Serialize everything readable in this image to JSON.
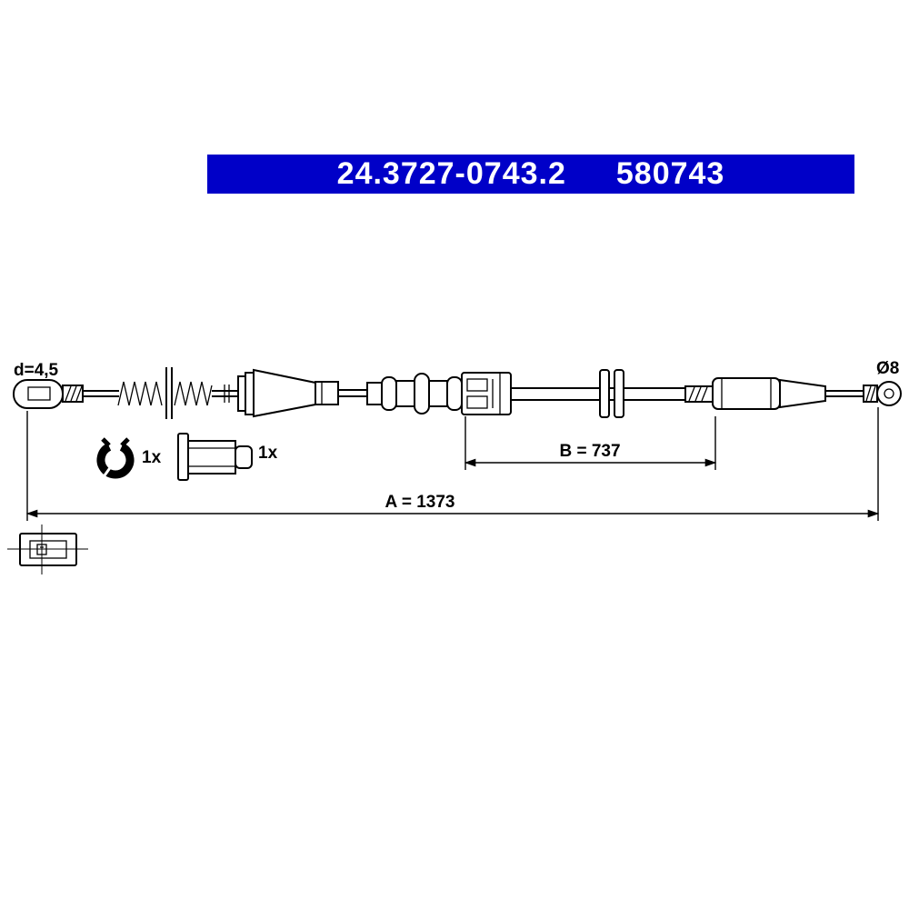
{
  "header": {
    "part_number": "24.3727-0743.2",
    "ref_number": "580743",
    "bg_color": "#0000c8",
    "text_color": "#ffffff"
  },
  "labels": {
    "left_diameter": "d=4,5",
    "right_diameter": "Ø8",
    "clip_qty": "1x",
    "grommet_qty": "1x",
    "dim_b": "B = 737",
    "dim_a": "A = 1373"
  },
  "colors": {
    "line": "#000000",
    "background": "#ffffff"
  }
}
